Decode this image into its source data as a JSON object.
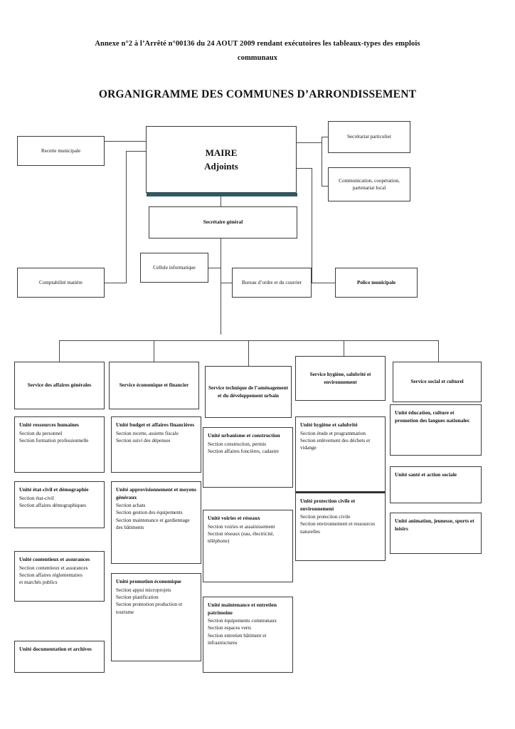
{
  "document": {
    "subtitle": "Annexe n°2 à l’Arrêté n°00136 du 24 AOUT 2009 rendant exécutoires les tableaux-types des emplois communaux",
    "title": "ORGANIGRAMME DES COMMUNES D’ARRONDISSEMENT"
  },
  "colors": {
    "border": "#3a3a3a",
    "connector": "#4a4a4a",
    "accent_shadow": "#2b5c66",
    "background": "#ffffff",
    "text": "#111111"
  },
  "chart_data": {
    "type": "diagram",
    "title": "ORGANIGRAMME DES COMMUNES D’ARRONDISSEMENT",
    "levels": 4,
    "root": "MAIRE / Adjoints"
  },
  "top": {
    "maire_line1": "MAIRE",
    "maire_line2": "Adjoints",
    "recette": "Recette municipale",
    "secretariat": "Secrétariat particulier",
    "communication": "Communication, coopération, partenariat local",
    "secretaire_general": "Secrétaire général"
  },
  "second": {
    "comptabilite": "Comptabilité matière",
    "cellule": "Cellule informatique",
    "bureau": "Bureau d’ordre et du courrier",
    "police": "Police municipale"
  },
  "services": [
    {
      "name": "Service des affaires générales"
    },
    {
      "name": "Service économique et financier"
    },
    {
      "name": "Service technique de l’aménagement et du développement urbain"
    },
    {
      "name": "Service hygiène, salubrité et environnement"
    },
    {
      "name": "Service social et culturel"
    }
  ],
  "units": {
    "col1": [
      {
        "title": "Unité ressources humaines",
        "lines": [
          "Section du personnel",
          "Section formation professionnelle"
        ]
      },
      {
        "title": "Unité état-civil et démographie",
        "lines": [
          "Section état-civil",
          "Section affaires démographiques"
        ]
      },
      {
        "title": "Unité contentieux et assurances",
        "lines": [
          "Section contentieux et assurances",
          "Section affaires réglementaires",
          "et marchés publics"
        ]
      },
      {
        "title": "Unité documentation et archives",
        "lines": []
      }
    ],
    "col2": [
      {
        "title": "Unité budget et affaires financières",
        "lines": [
          "Section recette, assiette fiscale",
          "Section suivi des dépenses"
        ]
      },
      {
        "title": "Unité approvisionnement et moyens généraux",
        "lines": [
          "Section achats",
          "Section gestion des équipements",
          "Section maintenance et gardiennage des bâtiments"
        ]
      },
      {
        "title": "Unité promotion économique",
        "lines": [
          "Section appui microprojets",
          "Section planification",
          "Section promotion production et tourisme"
        ]
      }
    ],
    "col3": [
      {
        "title": "Unité urbanisme et construction",
        "lines": [
          "Section construction, permis",
          "Section affaires foncières, cadastre"
        ]
      },
      {
        "title": "Unité voiries et réseaux",
        "lines": [
          "Section voiries et assainissement",
          "Section réseaux (eau, électricité, téléphone)"
        ]
      },
      {
        "title": "Unité maintenance et entretien patrimoine",
        "lines": [
          "Section équipements communaux",
          "Section espaces verts",
          "Section entretien bâtiment et infrastructures"
        ]
      }
    ],
    "col4": [
      {
        "title": "Unité hygiène et salubrité",
        "lines": [
          "Section étude et programmation",
          "Section enlèvement des déchets et vidange"
        ]
      },
      {
        "title": "Unité protection civile et environnement",
        "lines": [
          "Section protection civile",
          "Section environnement et ressources naturelles"
        ]
      }
    ],
    "col5": [
      {
        "title": "Unité éducation, culture et promotion des langues nationales",
        "lines": []
      },
      {
        "title": "Unité santé et action sociale",
        "lines": []
      },
      {
        "title": "Unité animation, jeunesse, sports et loisirs",
        "lines": []
      }
    ]
  }
}
